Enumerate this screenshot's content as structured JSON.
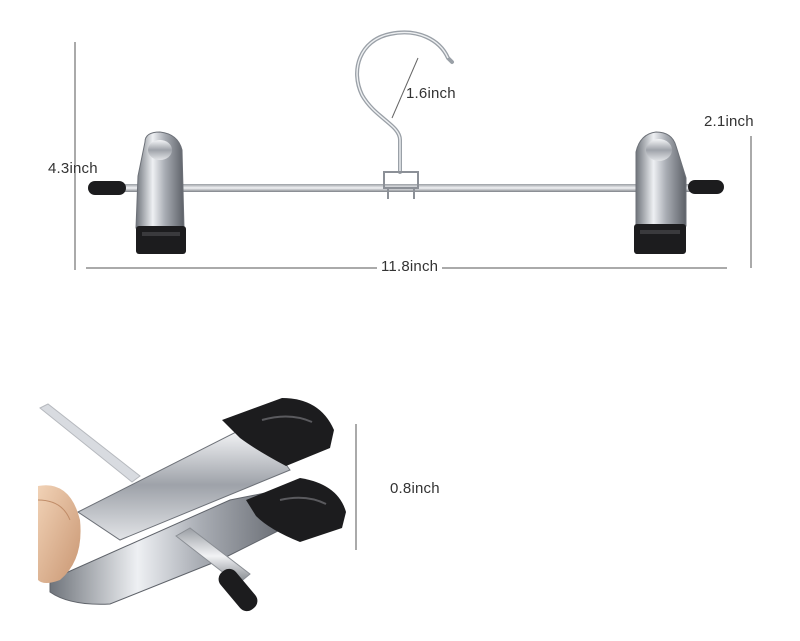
{
  "dimensions": {
    "hook_opening": "1.6inch",
    "total_height": "4.3inch",
    "clip_height": "2.1inch",
    "total_length": "11.8inch",
    "clip_opening": "0.8inch"
  },
  "colors": {
    "background": "#ffffff",
    "line": "#555555",
    "chrome": "#c9ccd1",
    "black_cap": "#1c1c1e",
    "skin": "#e8c4a4"
  }
}
